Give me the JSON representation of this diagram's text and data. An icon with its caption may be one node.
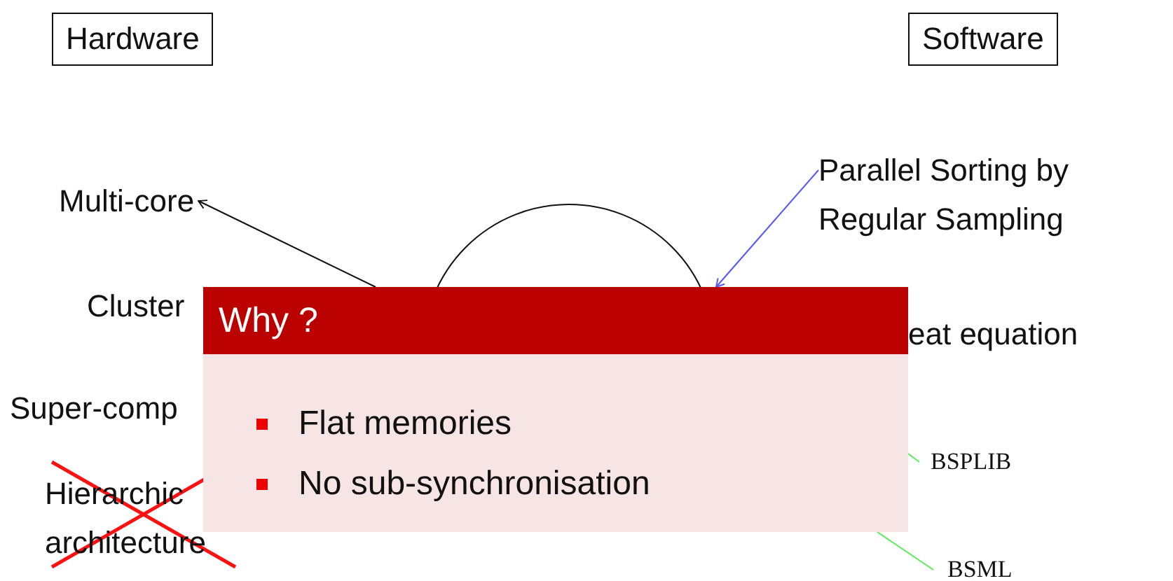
{
  "diagram": {
    "nodes": [
      {
        "text": [
          "Hardware"
        ]
      },
      {
        "text": [
          "Software"
        ]
      },
      {
        "text": [
          "Multi-core"
        ]
      },
      {
        "text": [
          "Cluster"
        ]
      },
      {
        "text": [
          "Super-comp"
        ]
      },
      {
        "text": [
          "Hierarchic architecture"
        ]
      },
      {
        "text": [
          "Parallel Sorting by Regular Sampling"
        ]
      },
      {
        "text": [
          "eat equation"
        ]
      },
      {
        "text": [
          "BSPLIB"
        ]
      },
      {
        "text": [
          "BSML"
        ]
      },
      {
        "text": [
          "Why ?",
          "Flat memories",
          "No sub-synchronisation"
        ]
      }
    ],
    "edges": [
      {
        "from": 10,
        "to": 2,
        "arrow": "to",
        "color": "#111111"
      },
      {
        "from": 6,
        "to": 10,
        "arrow": "to",
        "color": "#5555ff"
      },
      {
        "from": 10,
        "to": 8,
        "arrow": "none",
        "color": "#55ee55"
      },
      {
        "from": 10,
        "to": 9,
        "arrow": "none",
        "color": "#55ee55"
      }
    ]
  }
}
